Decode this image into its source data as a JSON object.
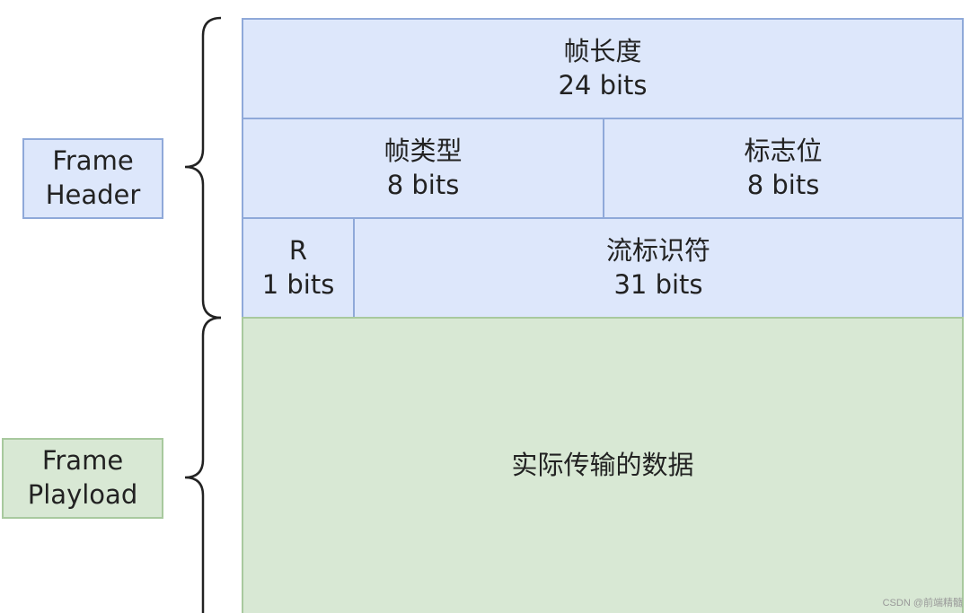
{
  "labels": {
    "header": {
      "line1": "Frame",
      "line2": "Header"
    },
    "payload": {
      "line1": "Frame",
      "line2": "Playload"
    }
  },
  "fields": {
    "frame_length": {
      "name": "帧长度",
      "size": "24 bits"
    },
    "frame_type": {
      "name": "帧类型",
      "size": "8 bits"
    },
    "flags": {
      "name": "标志位",
      "size": "8 bits"
    },
    "reserved": {
      "name": "R",
      "size": "1 bits"
    },
    "stream_id": {
      "name": "流标识符",
      "size": "31 bits"
    },
    "payload": {
      "text": "实际传输的数据"
    }
  },
  "watermark": "CSDN @前端精髓",
  "colors": {
    "header_fill": "#dde7fb",
    "header_border": "#8fa9d9",
    "payload_fill": "#d8e8d4",
    "payload_border": "#a8c99e"
  }
}
